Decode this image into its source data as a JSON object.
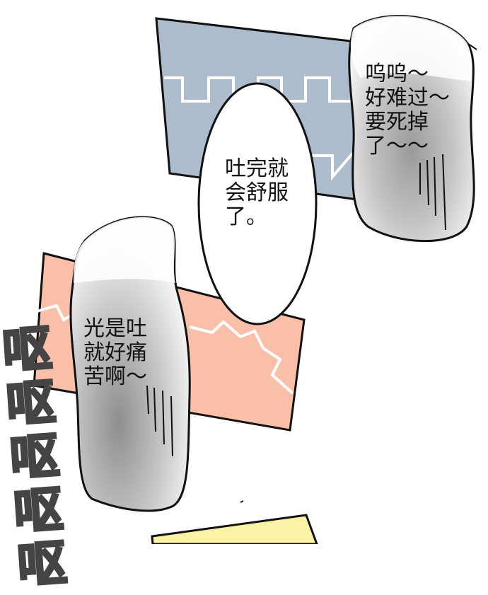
{
  "bubbles": {
    "top_right": {
      "lines": "呜呜～\n好难过～\n要死掉\n了～～"
    },
    "middle_oval": {
      "lines": "吐完就\n会舒服\n了。"
    },
    "left": {
      "lines": "光是吐\n就好痛\n苦啊～"
    }
  },
  "sfx": {
    "text": "呕呕呕呕呕"
  },
  "colors": {
    "blue_panel": "#adbccd",
    "pink_panel": "#f9bfa8",
    "yellow_panel": "#fbf2a6",
    "ink": "#111111"
  }
}
